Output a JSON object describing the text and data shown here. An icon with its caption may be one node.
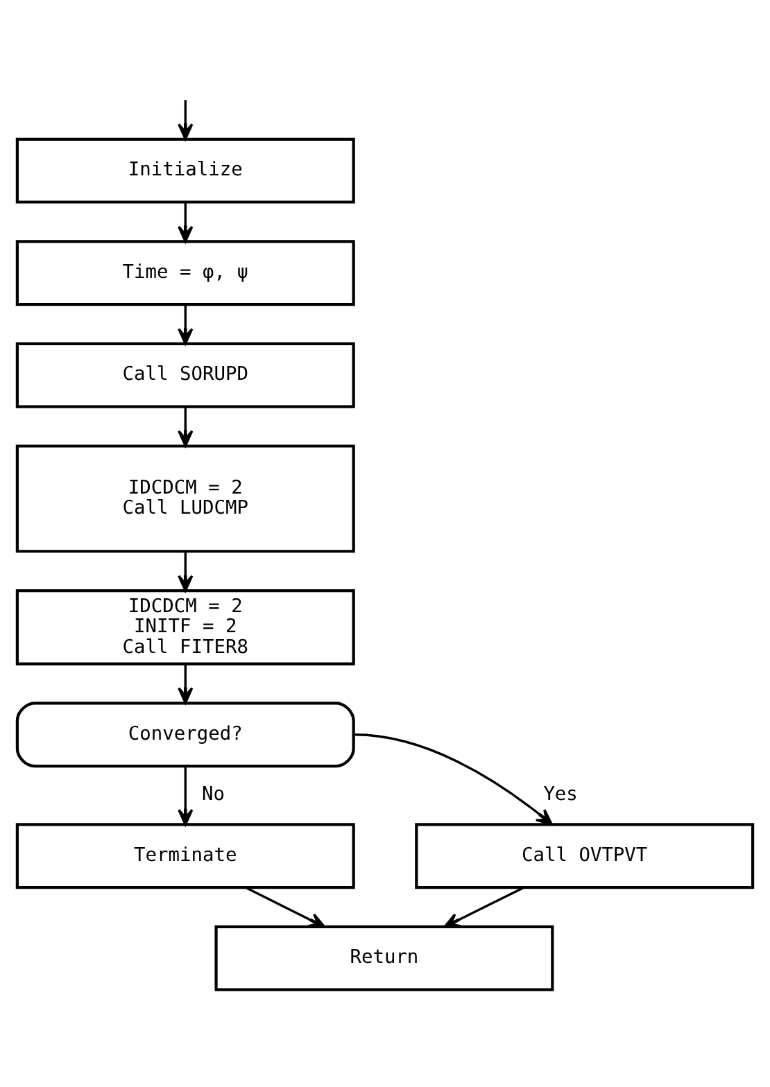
{
  "diagram": {
    "nodes": [
      {
        "text": [
          "Initialize"
        ]
      },
      {
        "text": [
          "Time = φ, ψ"
        ]
      },
      {
        "text": [
          "Call SORUPD"
        ]
      },
      {
        "text": [
          "IDCDCM = 2",
          "Call LUDCMP"
        ]
      },
      {
        "text": [
          "IDCDCM = 2",
          "INITF = 2",
          "Call FITER8"
        ]
      },
      {
        "text": [
          "Converged?"
        ]
      },
      {
        "text": [
          "Terminate"
        ]
      },
      {
        "text": [
          "Call OVTPVT"
        ]
      },
      {
        "text": [
          "Return"
        ]
      }
    ],
    "edges": [
      {
        "from": null,
        "to": 0,
        "arrow": "to"
      },
      {
        "from": 0,
        "to": 1,
        "arrow": "to"
      },
      {
        "from": 1,
        "to": 2,
        "arrow": "to"
      },
      {
        "from": 2,
        "to": 3,
        "arrow": "to"
      },
      {
        "from": 3,
        "to": 4,
        "arrow": "to"
      },
      {
        "from": 4,
        "to": 5,
        "arrow": "to"
      },
      {
        "from": 5,
        "to": 6,
        "arrow": "to",
        "label": "No"
      },
      {
        "from": 5,
        "to": 7,
        "arrow": "to",
        "label": "Yes"
      },
      {
        "from": 6,
        "to": 8,
        "arrow": "to"
      },
      {
        "from": 7,
        "to": 8,
        "arrow": "to"
      }
    ]
  }
}
